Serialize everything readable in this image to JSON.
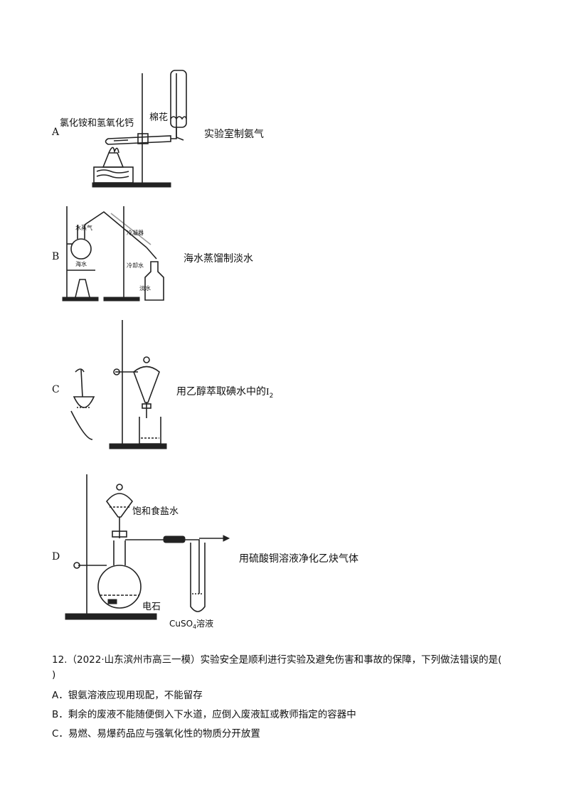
{
  "options": [
    {
      "letter": "A",
      "caption": "实验室制氨气",
      "labels": {
        "reagent": "氯化铵和氢氧化钙",
        "cotton": "棉花"
      }
    },
    {
      "letter": "B",
      "caption": "海水蒸馏制淡水",
      "labels": {
        "steam": "水蒸气",
        "condenser": "冷凝器",
        "seawater": "海水",
        "cooling_water": "冷却水",
        "fresh_water": "淡水"
      }
    },
    {
      "letter": "C",
      "caption_main": "用乙醇萃取碘水中的",
      "caption_chem": "I",
      "caption_sub": "2"
    },
    {
      "letter": "D",
      "caption": "用硫酸铜溶液净化乙炔气体",
      "labels": {
        "brine": "饱和食盐水",
        "carbide": "电石",
        "solution_main": "CuSO",
        "solution_sub": "4",
        "solution_tail": "溶液"
      }
    }
  ],
  "question": {
    "number": "12.",
    "source": "（2022·山东滨州市高三一模）",
    "stem": "实验安全是顺利进行实验及避免伤害和事故的保障，下列做法错误的是(",
    "stem_close": ")",
    "choices": [
      {
        "letter": "A．",
        "text": "银氨溶液应现用现配，不能留存"
      },
      {
        "letter": "B．",
        "text": "剩余的废液不能随便倒入下水道，应倒入废液缸或教师指定的容器中"
      },
      {
        "letter": "C．",
        "text": "易燃、易爆药品应与强氧化性的物质分开放置"
      }
    ]
  }
}
